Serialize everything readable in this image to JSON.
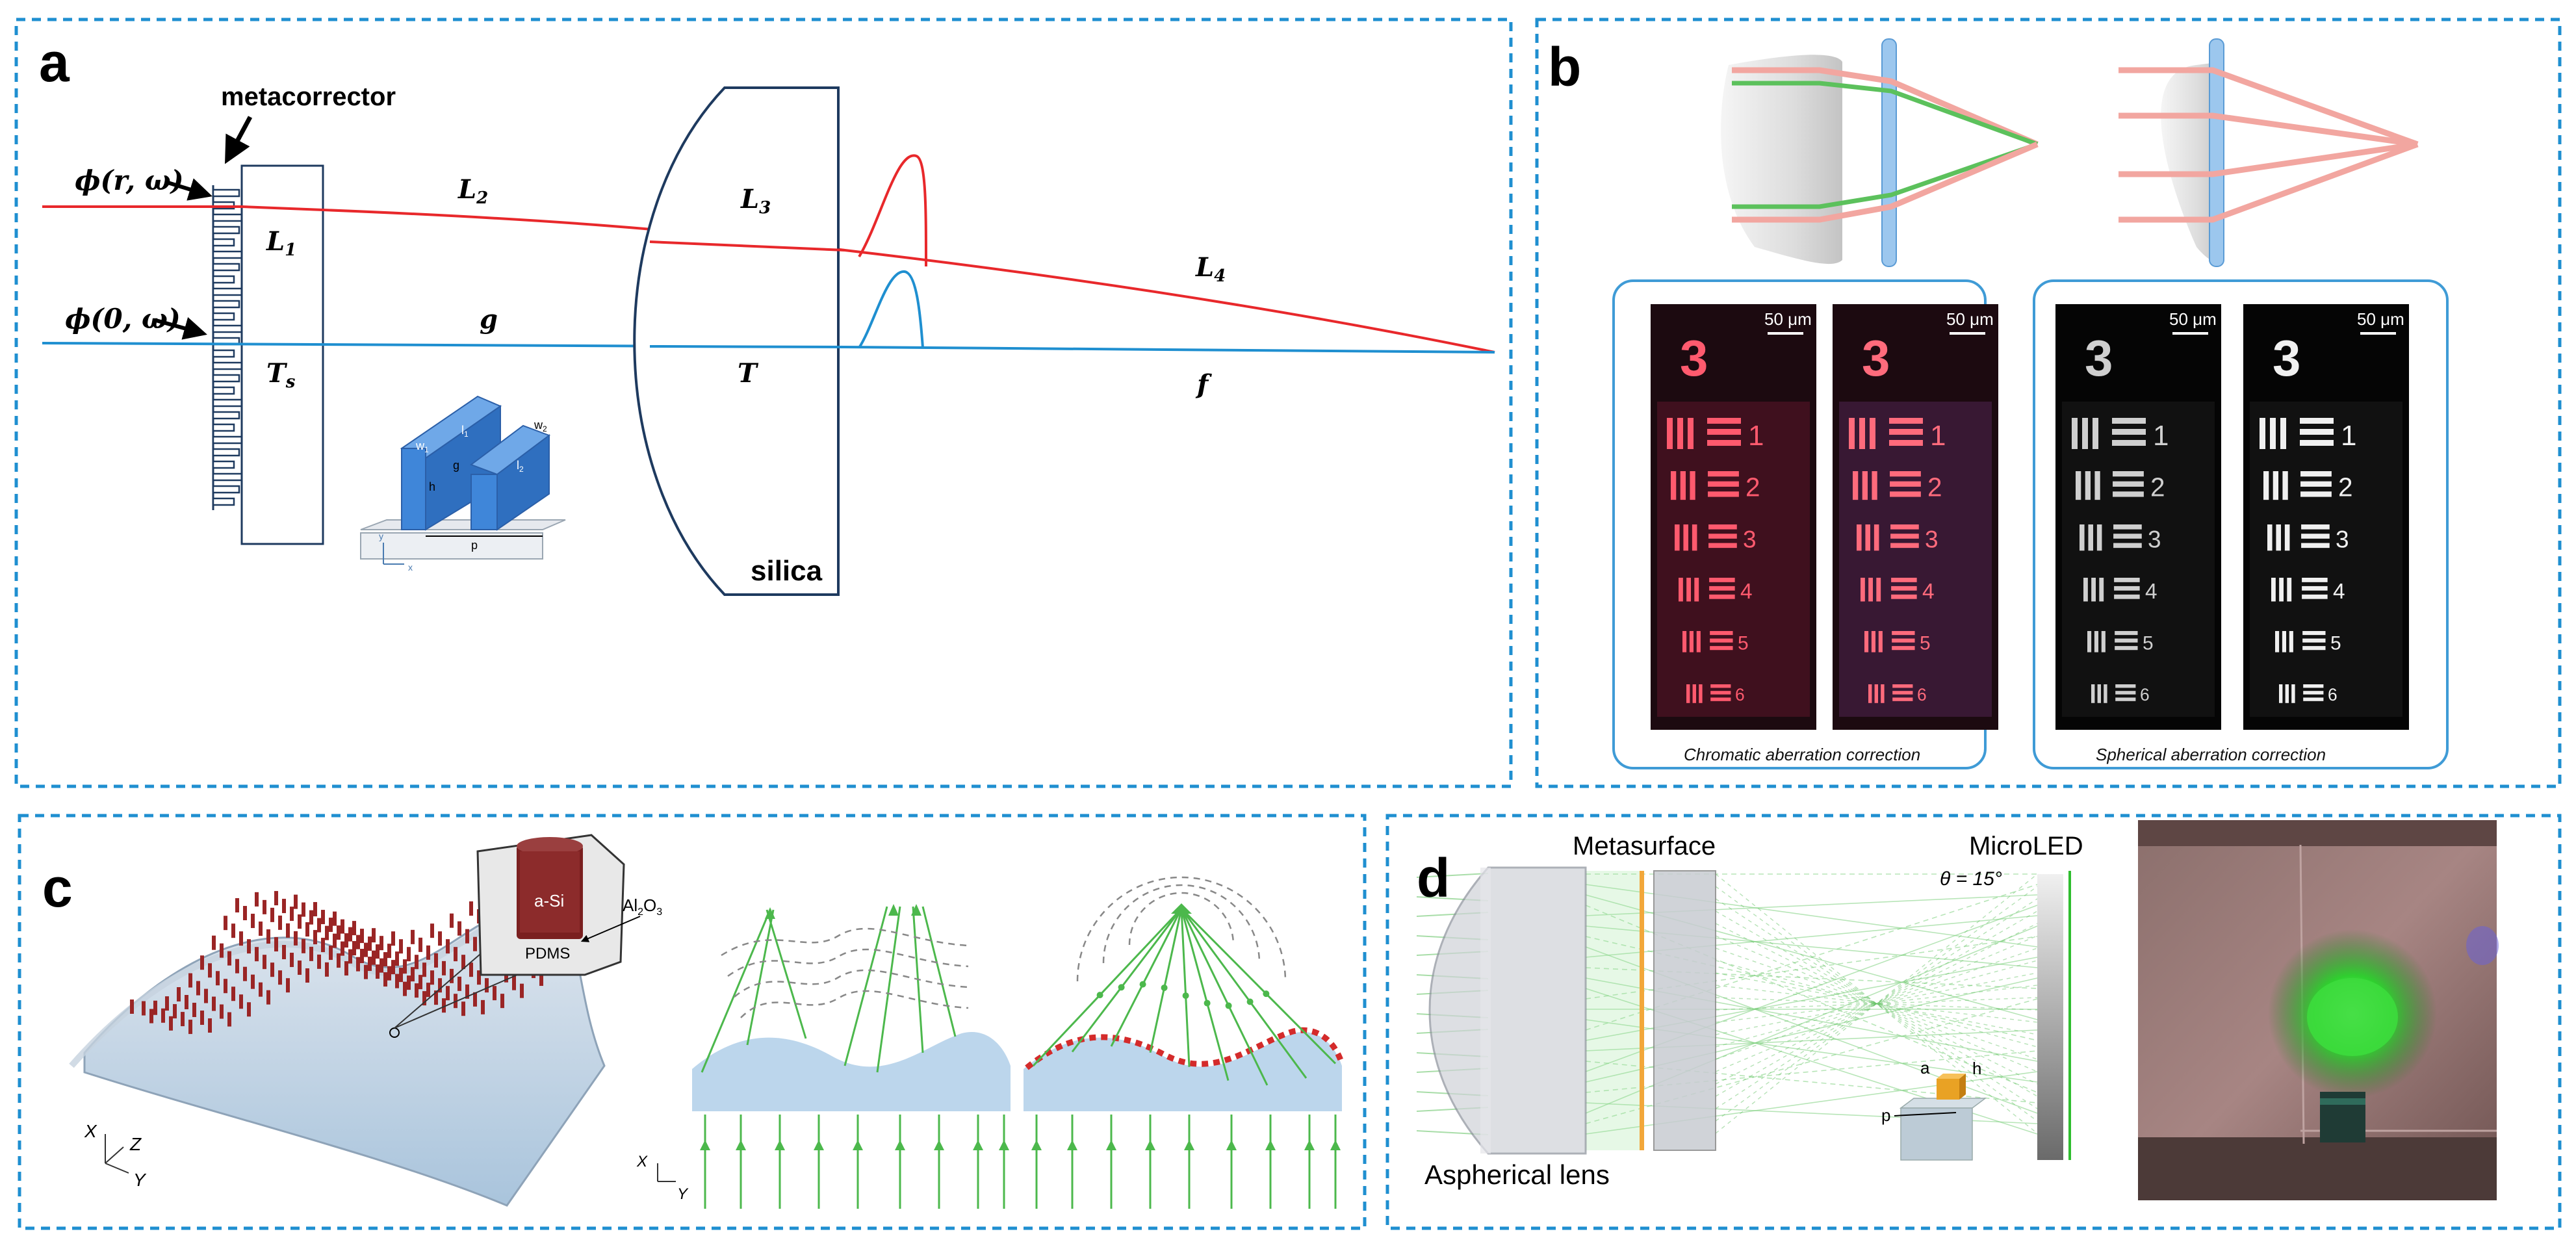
{
  "panels": {
    "a": {
      "letter": "a",
      "metacorrector": "metacorrector",
      "phi_r": "ϕ(r, ω)",
      "phi_0": "ϕ(0, ω)",
      "L1": "L",
      "L1_sub": "1",
      "L2": "L",
      "L2_sub": "2",
      "L3": "L",
      "L3_sub": "3",
      "L4": "L",
      "L4_sub": "4",
      "Ts": "T",
      "Ts_sub": "s",
      "g": "g",
      "T": "T",
      "f": "f",
      "silica": "silica",
      "unit_cell": {
        "w1": "w",
        "w1_sub": "1",
        "l1": "l",
        "l1_sub": "1",
        "w2": "w",
        "w2_sub": "2",
        "l2": "l",
        "l2_sub": "2",
        "g": "g",
        "h": "h",
        "p": "p",
        "axis_y": "y",
        "axis_x": "x"
      },
      "colors": {
        "red_ray": "#e8282b",
        "blue_ray": "#1f8fd0",
        "lens_outline": "#1e3a5f"
      }
    },
    "b": {
      "letter": "b",
      "scale_bar": "50 μm",
      "chromatic_caption": "Chromatic aberration correction",
      "spherical_caption": "Spherical aberration correction",
      "chart_numbers": [
        "1",
        "2",
        "3",
        "4",
        "5",
        "6"
      ],
      "chart_big": "3"
    },
    "c": {
      "letter": "c",
      "inset_material": "a-Si",
      "inset_coating": "Al",
      "inset_coating_sub1": "2",
      "inset_coating_mid": "O",
      "inset_coating_sub2": "3",
      "inset_substrate": "PDMS",
      "axis_x": "X",
      "axis_y": "Y",
      "axis_z": "Z"
    },
    "d": {
      "letter": "d",
      "metasurface": "Metasurface",
      "microled": "MicroLED",
      "theta": "θ = 15°",
      "aspherical": "Aspherical lens",
      "cell_a": "a",
      "cell_h": "h",
      "cell_p": "p"
    }
  }
}
